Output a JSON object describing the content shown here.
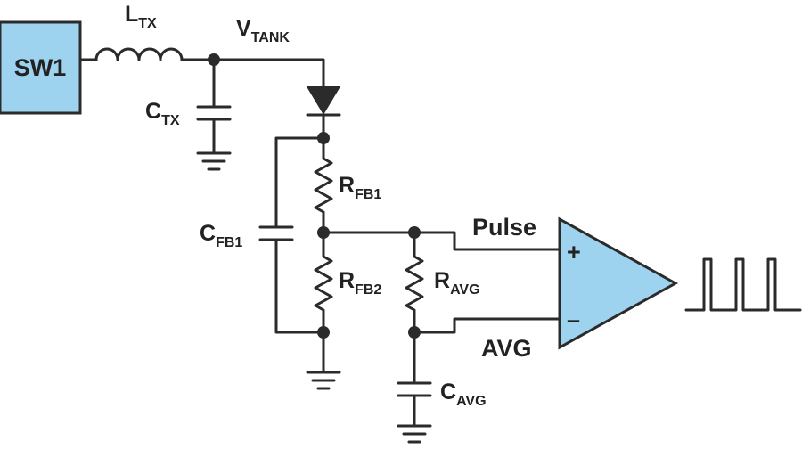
{
  "components": {
    "sw1": "SW1",
    "ltx": {
      "main": "L",
      "sub": "TX"
    },
    "vtank": {
      "main": "V",
      "sub": "TANK"
    },
    "ctx": {
      "main": "C",
      "sub": "TX"
    },
    "rfb1": {
      "main": "R",
      "sub": "FB1"
    },
    "rfb2": {
      "main": "R",
      "sub": "FB2"
    },
    "cfb1": {
      "main": "C",
      "sub": "FB1"
    },
    "ravg": {
      "main": "R",
      "sub": "AVG"
    },
    "cavg": {
      "main": "C",
      "sub": "AVG"
    }
  },
  "nodes": {
    "pulse": "Pulse",
    "avg": "AVG"
  },
  "comparator": {
    "plus": "+",
    "minus": "–"
  },
  "colors": {
    "component_fill": "#9dd3ef",
    "component_stroke": "#2b2b2b",
    "wire": "#2b2b2b",
    "text": "#222222"
  }
}
